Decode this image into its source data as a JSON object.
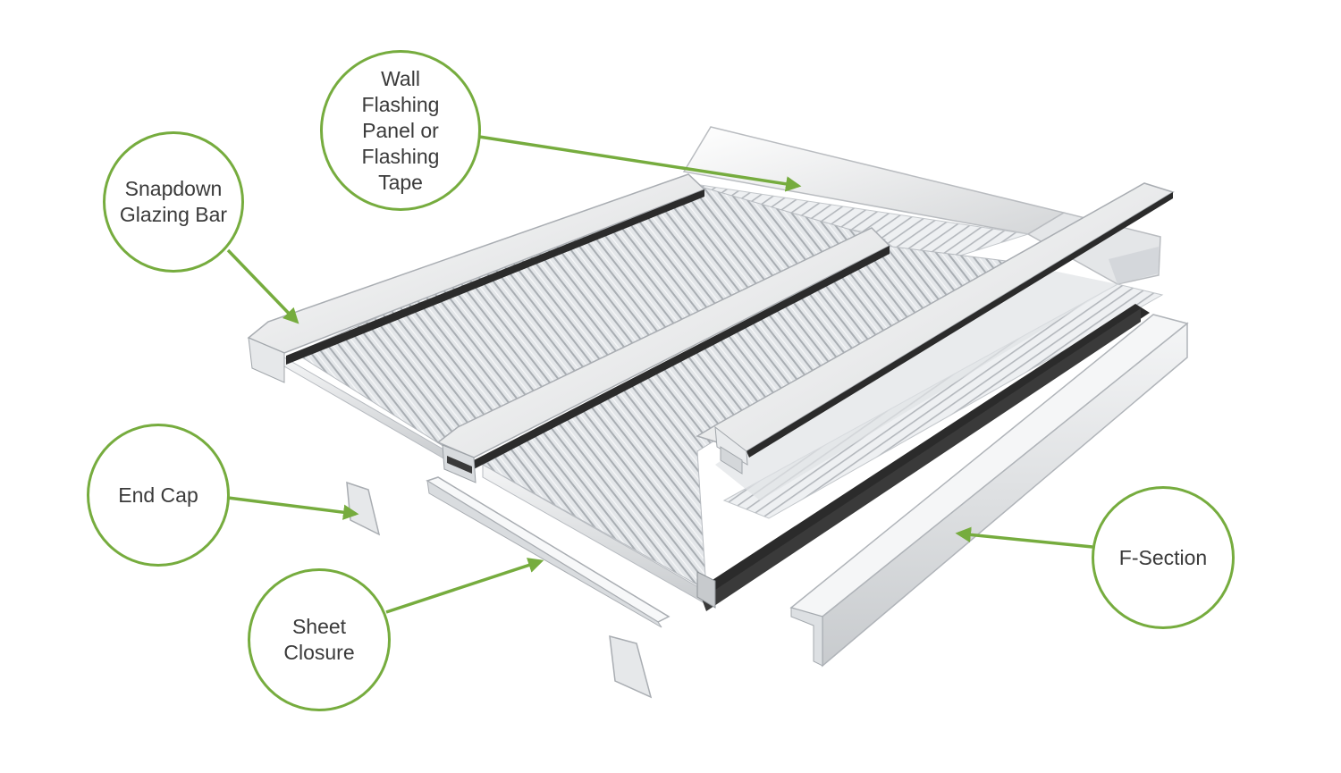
{
  "colors": {
    "accent": "#76ac3e",
    "label_text": "#3a3a3a",
    "gasket": "#2b2b2b"
  },
  "callouts": {
    "wall_flashing": "Wall\nFlashing\nPanel or\nFlashing\nTape",
    "snapdown": "Snapdown\nGlazing Bar",
    "end_cap": "End Cap",
    "sheet_closure": "Sheet\nClosure",
    "f_section": "F-Section"
  }
}
